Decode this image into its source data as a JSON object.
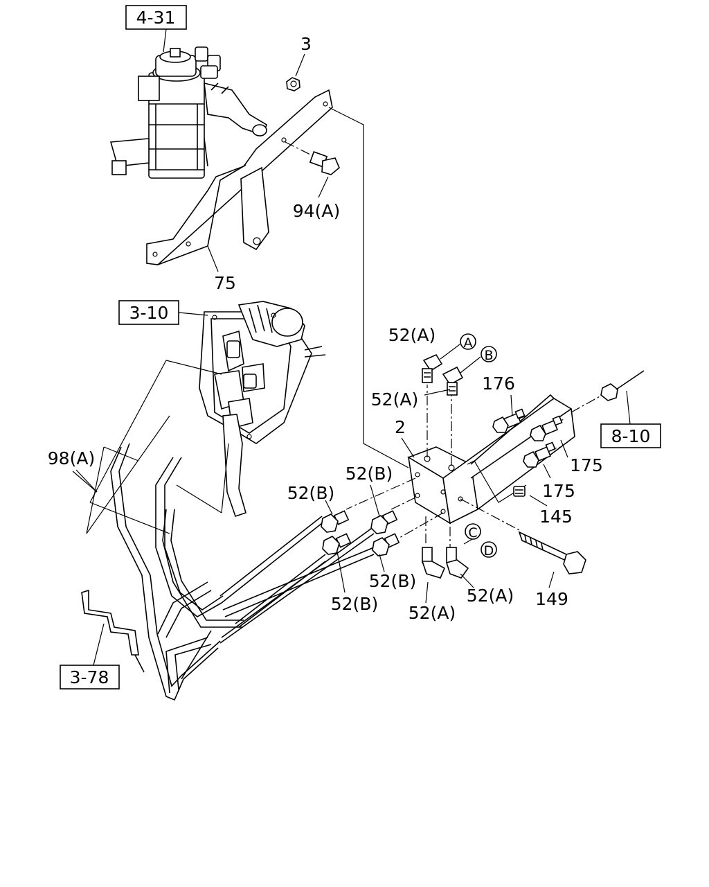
{
  "refs": {
    "r_4_31": "4-31",
    "r_3_10": "3-10",
    "r_8_10": "8-10",
    "r_3_78": "3-78"
  },
  "labels": {
    "p3": "3",
    "p94a": "94(A)",
    "p75": "75",
    "p98a": "98(A)",
    "p52a_top": "52(A)",
    "p52a_mid": "52(A)",
    "p2": "2",
    "p176": "176",
    "p175_a": "175",
    "p175_b": "175",
    "p145": "145",
    "p52b_1": "52(B)",
    "p52b_2": "52(B)",
    "p52b_3": "52(B)",
    "p52b_4": "52(B)",
    "p52a_low1": "52(A)",
    "p52a_low2": "52(A)",
    "p149": "149"
  },
  "callouts": {
    "a": "A",
    "b": "B",
    "c": "C",
    "d": "D"
  }
}
